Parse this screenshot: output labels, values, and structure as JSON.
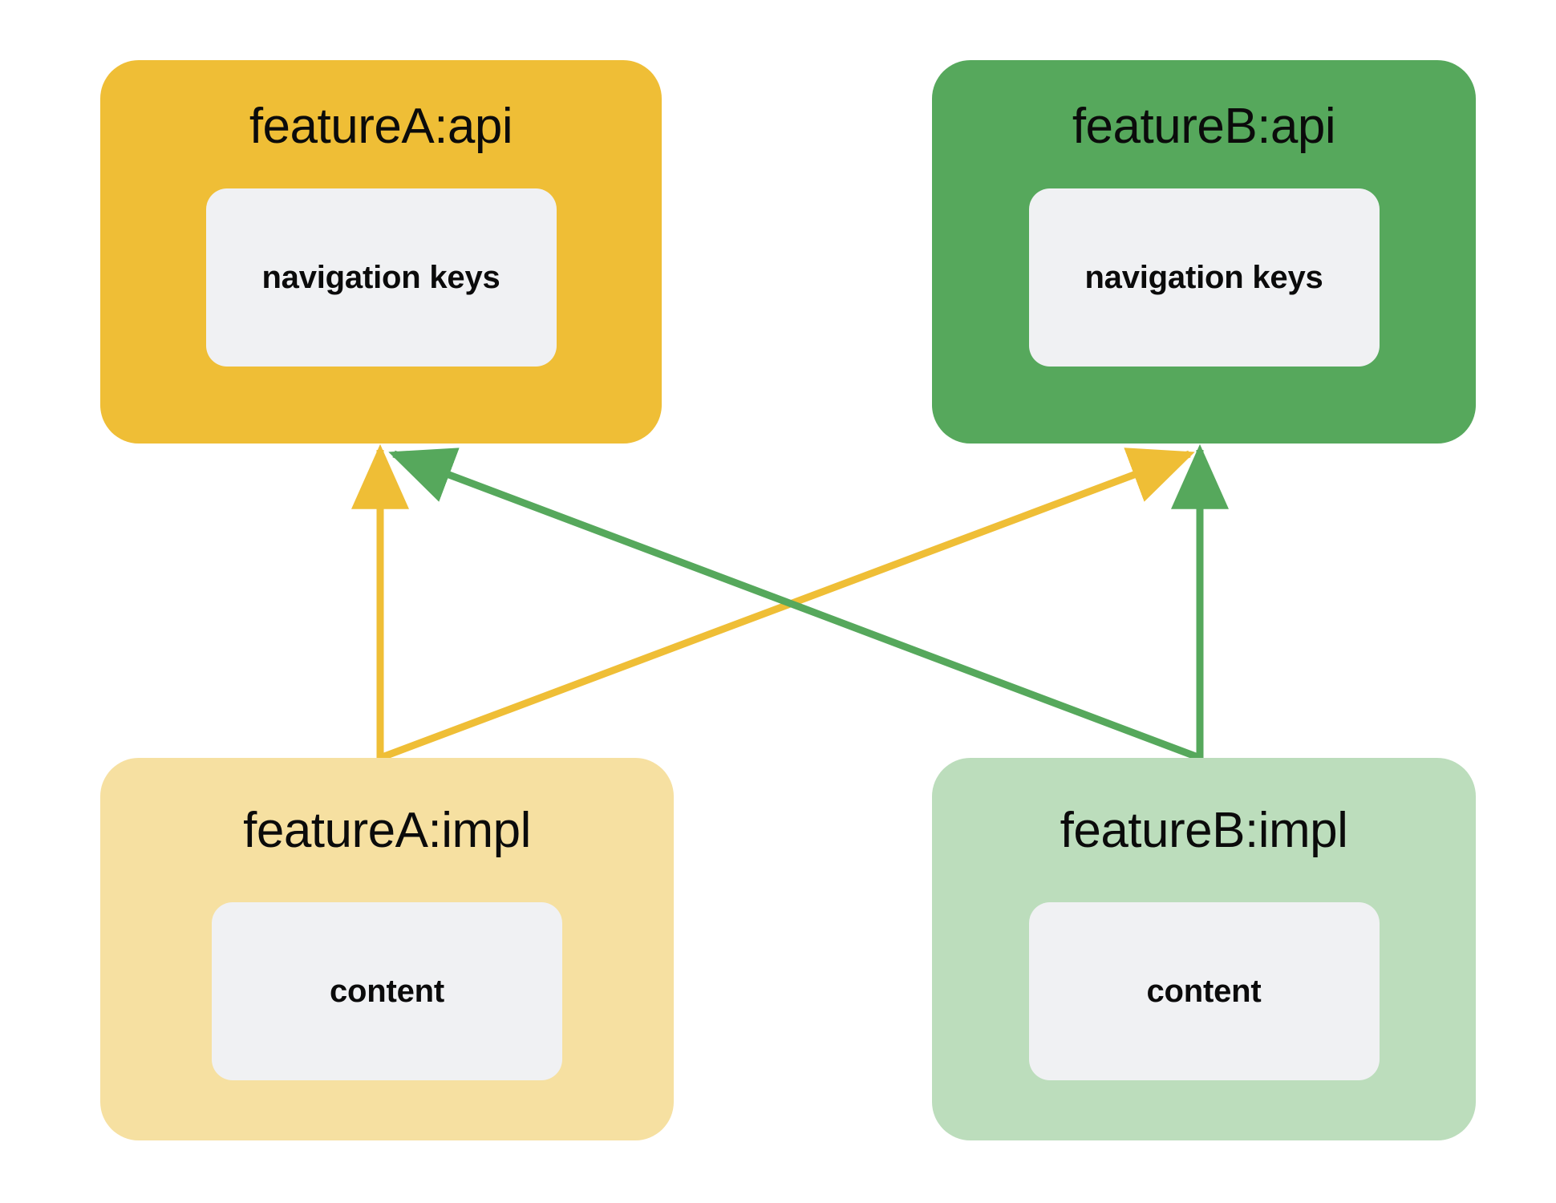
{
  "diagram": {
    "type": "dependency-graph",
    "background_color": "#ffffff",
    "nodes": [
      {
        "id": "featureA-api",
        "title": "featureA:api",
        "chip_label": "navigation keys",
        "fill_color": "#EFBE36",
        "chip_color": "#F0F1F3",
        "position": "top-left"
      },
      {
        "id": "featureB-api",
        "title": "featureB:api",
        "chip_label": "navigation keys",
        "fill_color": "#56A85C",
        "chip_color": "#F0F1F3",
        "position": "top-right"
      },
      {
        "id": "featureA-impl",
        "title": "featureA:impl",
        "chip_label": "content",
        "fill_color": "#F6E0A1",
        "chip_color": "#F0F1F3",
        "position": "bottom-left"
      },
      {
        "id": "featureB-impl",
        "title": "featureB:impl",
        "chip_label": "content",
        "fill_color": "#BCDDBC",
        "chip_color": "#F0F1F3",
        "position": "bottom-right"
      }
    ],
    "edges": [
      {
        "id": "edge-a-impl-to-a-api",
        "from": "featureA-impl",
        "to": "featureA-api",
        "color": "#EFBE36",
        "style": "straight-vertical",
        "arrowhead": "filled-triangle"
      },
      {
        "id": "edge-a-impl-to-b-api",
        "from": "featureA-impl",
        "to": "featureB-api",
        "color": "#EFBE36",
        "style": "diagonal",
        "arrowhead": "filled-triangle"
      },
      {
        "id": "edge-b-impl-to-b-api",
        "from": "featureB-impl",
        "to": "featureB-api",
        "color": "#56A85C",
        "style": "straight-vertical",
        "arrowhead": "filled-triangle"
      },
      {
        "id": "edge-b-impl-to-a-api",
        "from": "featureB-impl",
        "to": "featureA-api",
        "color": "#56A85C",
        "style": "diagonal",
        "arrowhead": "filled-triangle"
      }
    ]
  }
}
